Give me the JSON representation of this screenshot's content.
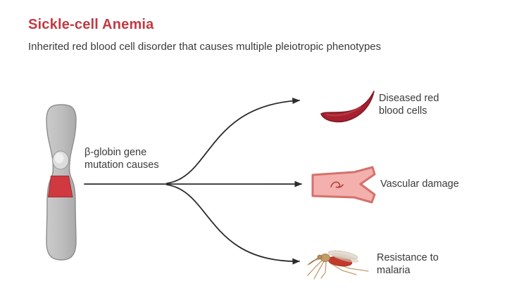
{
  "header": {
    "title": "Sickle-cell Anemia",
    "subtitle": "Inherited red blood cell disorder that causes multiple pleiotropic phenotypes"
  },
  "diagram": {
    "cause_label": "β-globin gene\nmutation causes",
    "outcomes": [
      {
        "label": "Diseased red\nblood cells",
        "icon": "sickle-cell-icon"
      },
      {
        "label": "Vascular damage",
        "icon": "damaged-blood-vessel-icon"
      },
      {
        "label": "Resistance to\nmalaria",
        "icon": "mosquito-icon"
      }
    ]
  },
  "colors": {
    "title-red": "#c13a43",
    "text-dark": "#3a3a3a",
    "arrow": "#2b2b2b",
    "chromosome-gray": "#bdbdbd",
    "chromosome-outline": "#8d8d8d",
    "gene-band-red": "#d0393f",
    "sickle-cell-red": "#a6202e",
    "vessel-pink": "#f3b0ad",
    "vessel-wall": "#d4716c",
    "mosquito-tan": "#c49a67",
    "mosquito-blood-red": "#c23a2c"
  }
}
